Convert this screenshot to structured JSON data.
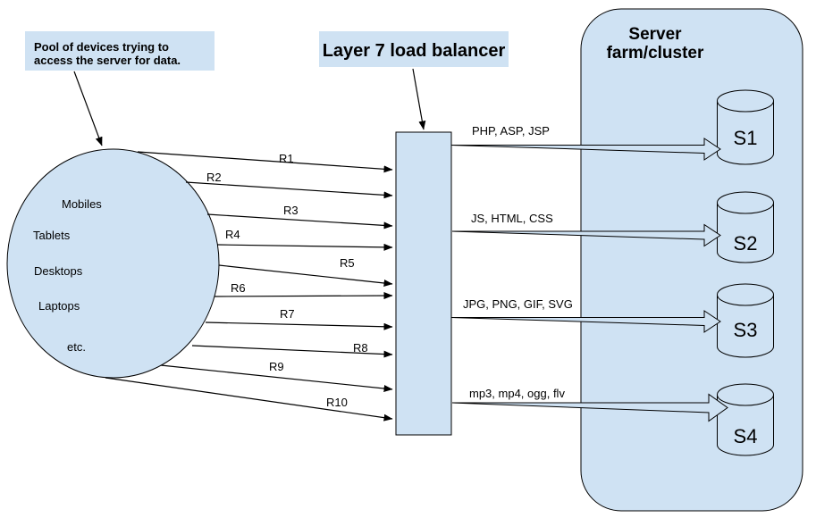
{
  "pool_callout": {
    "line1": "Pool of devices trying to",
    "line2": "access the server for data."
  },
  "device_pool": {
    "items": [
      "Mobiles",
      "Tablets",
      "Desktops",
      "Laptops",
      "etc."
    ]
  },
  "load_balancer": {
    "label": "Layer 7 load balancer"
  },
  "requests": {
    "labels": [
      "R1",
      "R2",
      "R3",
      "R4",
      "R5",
      "R6",
      "R7",
      "R8",
      "R9",
      "R10"
    ]
  },
  "routes": [
    {
      "content_types": "PHP, ASP, JSP"
    },
    {
      "content_types": "JS, HTML, CSS"
    },
    {
      "content_types": "JPG, PNG, GIF, SVG"
    },
    {
      "content_types": "mp3, mp4, ogg, flv"
    }
  ],
  "server_farm": {
    "title_line1": "Server",
    "title_line2": "farm/cluster",
    "servers": [
      "S1",
      "S2",
      "S3",
      "S4"
    ]
  },
  "colors": {
    "shape_fill": "#cfe2f3",
    "stroke": "#000000",
    "background": "#ffffff",
    "text": "#000000"
  }
}
